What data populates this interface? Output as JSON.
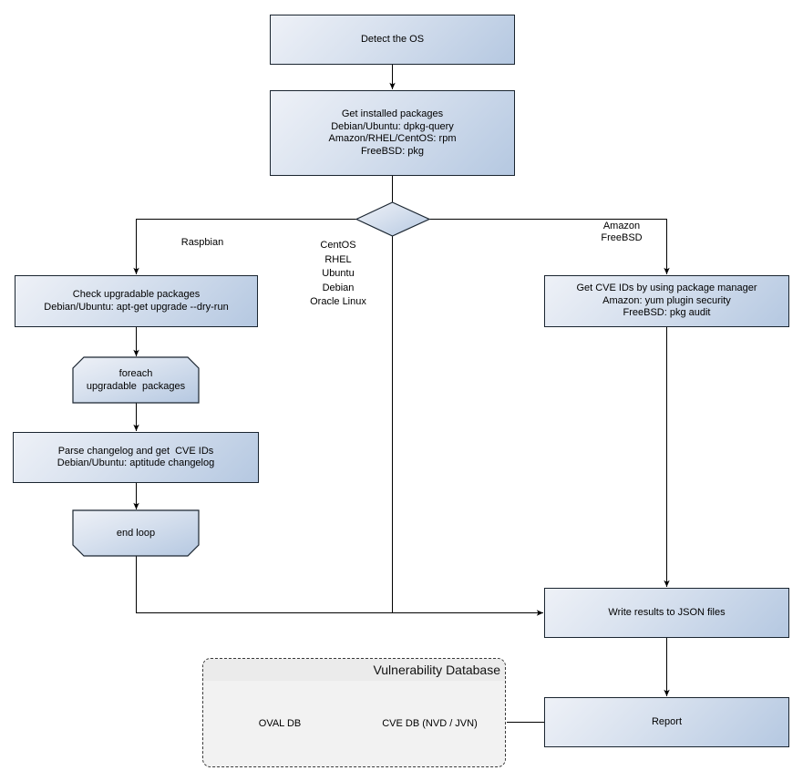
{
  "diagram": {
    "nodes": {
      "detect_os": {
        "label": "Detect the OS"
      },
      "get_installed": {
        "label": "Get installed packages\nDebian/Ubuntu: dpkg-query\nAmazon/RHEL/CentOS: rpm\nFreeBSD: pkg"
      },
      "check_upgradable": {
        "label": "Check upgradable packages\nDebian/Ubuntu: apt-get upgrade --dry-run"
      },
      "foreach_loop": {
        "label": "foreach\nupgradable  packages"
      },
      "parse_changelog": {
        "label": "Parse changelog and get  CVE IDs\nDebian/Ubuntu: aptitude changelog"
      },
      "end_loop": {
        "label": "end loop"
      },
      "get_cve_pm": {
        "label": "Get CVE IDs by using package manager\nAmazon: yum plugin security\nFreeBSD: pkg audit"
      },
      "write_json": {
        "label": "Write results to JSON files"
      },
      "report": {
        "label": "Report"
      }
    },
    "edge_labels": {
      "raspbian": "Raspbian",
      "middle_branch": "CentOS\nRHEL\nUbuntu\nDebian\nOracle Linux",
      "right_branch": "Amazon\nFreeBSD"
    },
    "vulnerability_db": {
      "title": "Vulnerability Database",
      "cylinders": [
        {
          "label": "OVAL DB"
        },
        {
          "label": "CVE DB (NVD / JVN)"
        }
      ]
    },
    "colors": {
      "node_gradient_start": "#eef1f7",
      "node_gradient_end": "#b5c8e1",
      "node_border": "#1a2530",
      "connector": "#000000",
      "group_fill": "#f2f2f2",
      "group_title_fill": "#ebebeb"
    }
  }
}
